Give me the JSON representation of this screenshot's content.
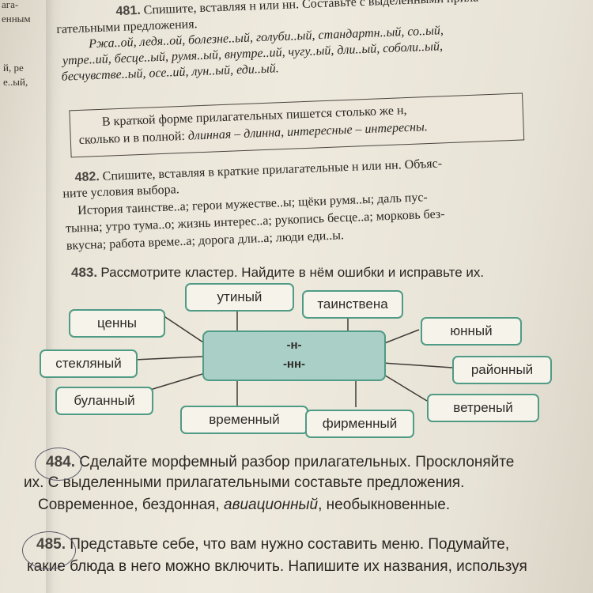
{
  "left_page": [
    "ага-",
    "енным",
    "й, ре",
    "е..ый,"
  ],
  "ex481": {
    "number": "481.",
    "lines": [
      "Спишите, вставляя н или нн. Составьте с выделенными прила-",
      "гательными предложения.",
      "Ржа..ой, ледя..ой, болезне..ый, голуби..ый, стандартн..ый, со..ый,",
      "утре..ий, бесце..ый, румя..ый, внутре..ий, чугу..ый, дли..ый, соболи..ый,",
      "бесчувстве..ый, осе..ий, лун..ый, еди..ый."
    ]
  },
  "rule": {
    "line1": "В краткой форме прилагательных пишется столько же н,",
    "line2_prefix": "сколько и в полной: ",
    "line2_example": "длинная – длинна, интересные – интересны."
  },
  "ex482": {
    "number": "482.",
    "lines": [
      "Спишите, вставляя в краткие прилагательные н или нн. Объяс-",
      "ните условия выбора.",
      "История таинстве..а; герои мужестве..ы; щёки румя..ы; даль пус-",
      "тынна; утро тума..о; жизнь интерес..а; рукопись бесце..а; морковь без-",
      "вкусна; работа време..а; дорога дли..а; люди еди..ы."
    ]
  },
  "ex483": {
    "number": "483.",
    "text": "Рассмотрите кластер. Найдите в нём ошибки и исправьте их."
  },
  "cluster": {
    "center_top": "-н-",
    "center_bottom": "-нн-",
    "words": {
      "utiny": "утиный",
      "tainstvena": "таинствена",
      "tsenny": "ценны",
      "yuny": "юнный",
      "steklyany": "стекляный",
      "rayonny": "районный",
      "bulanny": "буланный",
      "vetreny": "ветреный",
      "vremenny": "временный",
      "firmenny": "фирменный"
    }
  },
  "ex484": {
    "number": "484.",
    "line1": "Сделайте морфемный разбор прилагательных. Просклоняйте",
    "line2": "их. С выделенными прилагательными составьте предложения.",
    "words_a": "Современное, бездонная, ",
    "words_italic": "авиационный",
    "words_b": ", необыкновенные."
  },
  "ex485": {
    "number": "485.",
    "line1": "Представьте себе, что вам нужно составить меню. Подумайте,",
    "line2": "какие блюда в него можно включить. Напишите их названия, используя"
  },
  "colors": {
    "cluster_border": "#4f9b86",
    "cluster_center_fill": "#a9cfc6",
    "pencil_circle": "#5a5a6a"
  }
}
